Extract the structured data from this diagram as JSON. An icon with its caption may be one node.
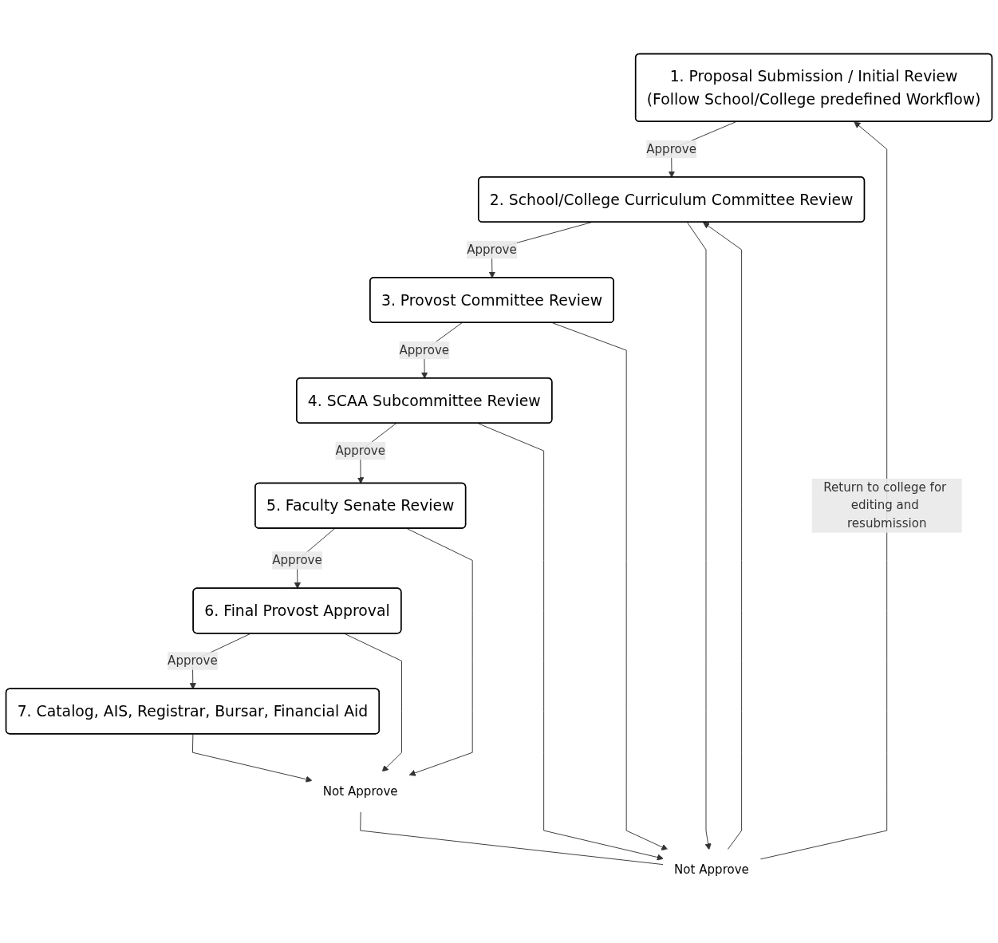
{
  "diagram": {
    "nodes": [
      {
        "text": [
          "1. Proposal Submission / Initial Review",
          "(Follow School/College predefined Workflow)"
        ]
      },
      {
        "text": [
          "2. School/College Curriculum Committee Review"
        ]
      },
      {
        "text": [
          "3. Provost Committee Review"
        ]
      },
      {
        "text": [
          "4. SCAA Subcommittee Review"
        ]
      },
      {
        "text": [
          "5. Faculty Senate Review"
        ]
      },
      {
        "text": [
          "6. Final Provost Approval"
        ]
      },
      {
        "text": [
          "7. Catalog,  AIS,  Registrar, Bursar,  Financial Aid"
        ]
      },
      {
        "text": [
          "Not Approve"
        ]
      },
      {
        "text": [
          "Not Approve"
        ]
      }
    ],
    "edges": [
      {
        "from": 0,
        "to": 1,
        "arrow": "to",
        "label": "Approve"
      },
      {
        "from": 1,
        "to": 2,
        "arrow": "to",
        "label": "Approve"
      },
      {
        "from": 2,
        "to": 3,
        "arrow": "to",
        "label": "Approve"
      },
      {
        "from": 3,
        "to": 4,
        "arrow": "to",
        "label": "Approve"
      },
      {
        "from": 4,
        "to": 5,
        "arrow": "to",
        "label": "Approve"
      },
      {
        "from": 5,
        "to": 6,
        "arrow": "to",
        "label": "Approve"
      },
      {
        "from": 1,
        "to": 7,
        "arrow": "to"
      },
      {
        "from": 2,
        "to": 7,
        "arrow": "to"
      },
      {
        "from": 3,
        "to": 7,
        "arrow": "to"
      },
      {
        "from": 4,
        "to": 8,
        "arrow": "to"
      },
      {
        "from": 5,
        "to": 8,
        "arrow": "to"
      },
      {
        "from": 6,
        "to": 8,
        "arrow": "to"
      },
      {
        "from": 7,
        "to": 0,
        "arrow": "to",
        "label": "Return to college for editing and resubmission"
      },
      {
        "from": 7,
        "to": 1,
        "arrow": "to"
      },
      {
        "from": 8,
        "to": 7,
        "arrow": "none"
      }
    ]
  }
}
